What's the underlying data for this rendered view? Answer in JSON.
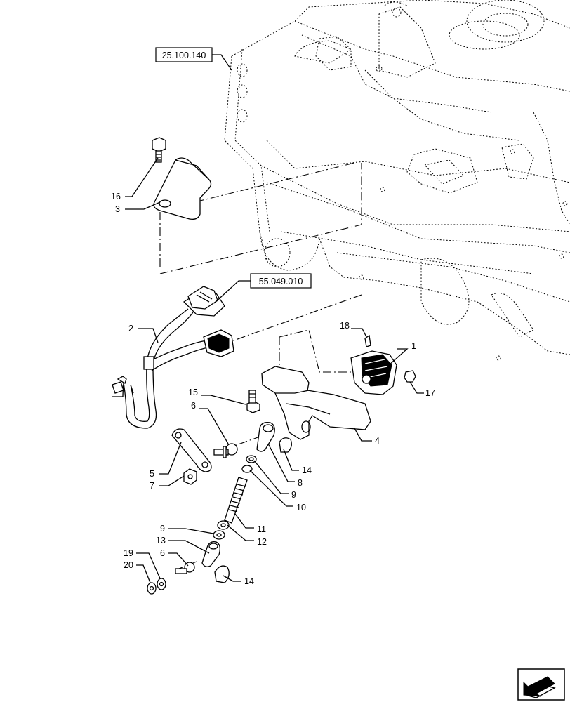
{
  "references": {
    "ref_a": "25.100.140",
    "ref_b": "55.049.010"
  },
  "callouts": {
    "c1": "1",
    "c2": "2",
    "c3": "3",
    "c4": "4",
    "c5": "5",
    "c6a": "6",
    "c6b": "6",
    "c7": "7",
    "c8": "8",
    "c9a": "9",
    "c9b": "9",
    "c10": "10",
    "c11": "11",
    "c12": "12",
    "c13": "13",
    "c14a": "14",
    "c14b": "14",
    "c15": "15",
    "c16": "16",
    "c17": "17",
    "c18": "18",
    "c19": "19",
    "c20": "20"
  },
  "icons": {
    "nav": "arrow-icon"
  }
}
